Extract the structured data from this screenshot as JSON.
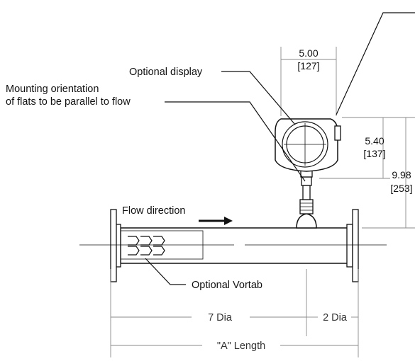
{
  "labels": {
    "optional_display": "Optional display",
    "mounting_line1": "Mounting orientation",
    "mounting_line2": "of flats to be parallel to flow",
    "flow_direction": "Flow direction",
    "optional_vortab": "Optional Vortab"
  },
  "dimensions": {
    "width_in": "5.00",
    "width_mm": "[127]",
    "head_height_in": "5.40",
    "head_height_mm": "[137]",
    "total_height_in": "9.98",
    "total_height_mm": "[253]",
    "upstream": "7 Dia",
    "downstream": "2 Dia",
    "length": "\"A\" Length"
  },
  "colors": {
    "line": "#111111",
    "dimension_line": "#8a8a8a",
    "background": "#ffffff"
  }
}
